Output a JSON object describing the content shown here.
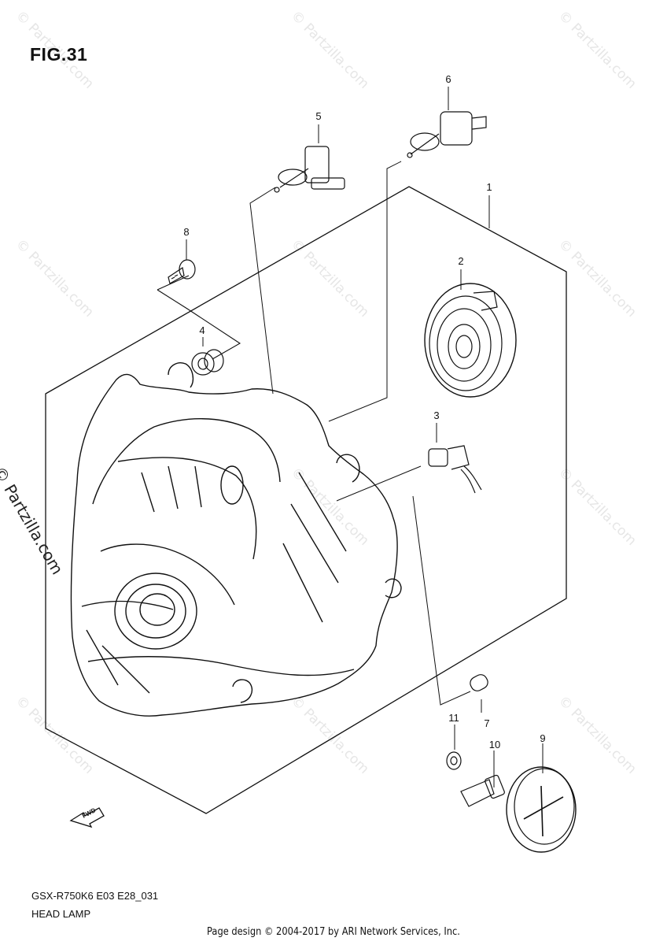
{
  "figure": {
    "label": "FIG.31"
  },
  "callouts": [
    "1",
    "2",
    "3",
    "4",
    "5",
    "6",
    "7",
    "8",
    "9",
    "10",
    "11"
  ],
  "arrow": {
    "label": "FWD"
  },
  "footer": {
    "model": "GSX-R750K6 E03 E28_031",
    "caption": "HEAD LAMP",
    "credit": "Page design © 2004-2017 by ARI Network Services, Inc."
  },
  "watermark": {
    "text": "© Partzilla.com"
  }
}
